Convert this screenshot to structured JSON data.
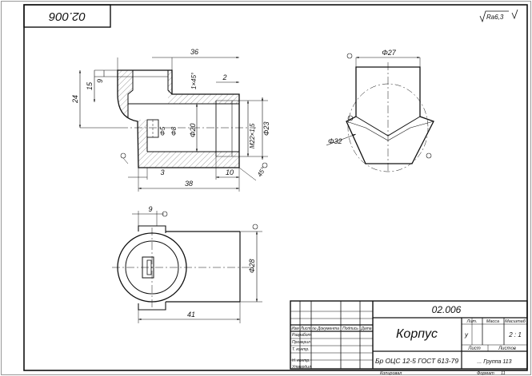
{
  "sheet": {
    "inverted_code": "02.006",
    "roughness": "Ra6,3",
    "format_label": "Формат",
    "format_value": "11",
    "copied_label": "Копировал"
  },
  "section_view": {
    "dims": {
      "len36": "36",
      "len9": "9",
      "len15": "15",
      "len24": "24",
      "chamfer": "1×45°",
      "len2": "2",
      "d5": "Φ5",
      "d8": "Φ8",
      "d20": "Φ20",
      "thread": "M22×1,5",
      "d23": "Φ23",
      "len3": "3",
      "len10": "10",
      "len38": "38",
      "angle45": "45°"
    }
  },
  "tip_view": {
    "dims": {
      "d27": "Φ27",
      "d32": "Φ32"
    }
  },
  "plan_view": {
    "dims": {
      "len9": "9",
      "d28": "Φ28",
      "len41": "41"
    }
  },
  "title_block": {
    "doc_code": "02.006",
    "part_name": "Корпус",
    "material": "Бр ОЦС 12-5 ГОСТ 613-79",
    "group": "... Группа 113",
    "headers": {
      "lit": "Лит.",
      "mass": "Масса",
      "scale_h": "Масштаб"
    },
    "lit_value": "у",
    "scale_value": "2 : 1",
    "sheet_label": "Лист",
    "sheets_label": "Листов",
    "columns": {
      "izm": "Изм",
      "list": "Лист",
      "doc": "№ Документа",
      "sign": "Подпись",
      "date": "Дата"
    },
    "rows": {
      "develop": "Разработ.",
      "check": "Проверил",
      "tcontrol": "Т. контр.",
      "ncontrol": "Н. контр.",
      "approve": "Утвердил"
    }
  }
}
